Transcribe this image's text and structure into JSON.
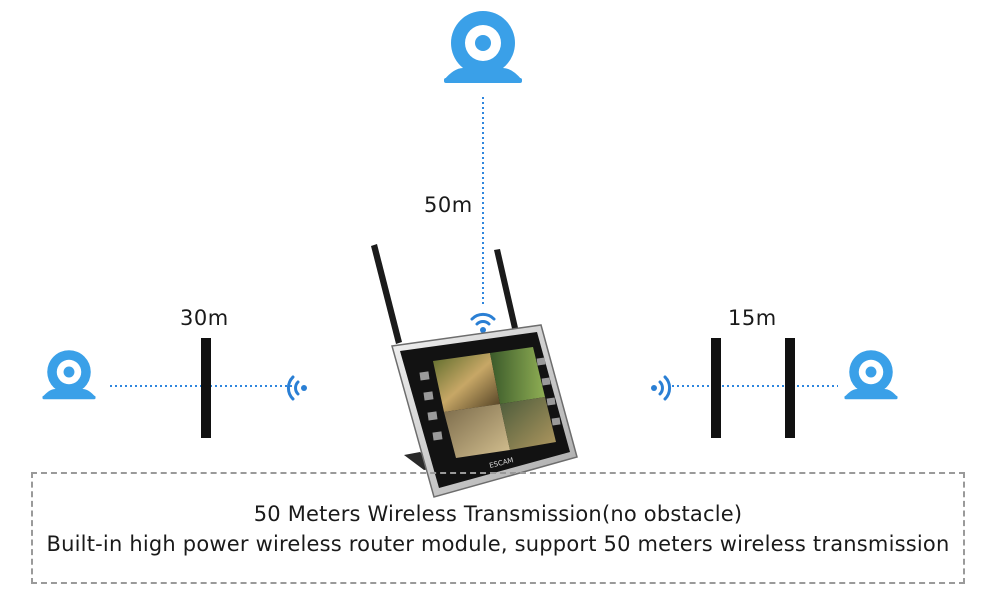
{
  "labels": {
    "top_distance": "50m",
    "left_distance": "30m",
    "right_distance": "15m"
  },
  "caption": {
    "line1": "50 Meters Wireless Transmission(no obstacle)",
    "line2": "Built-in high power wireless router module, support 50 meters wireless transmission"
  },
  "nvr_screen": {
    "brand": "ESCAM"
  },
  "colors": {
    "camera_blue": "#3aa0e8",
    "link_blue": "#2e86de",
    "wifi_blue": "#2a7fd4",
    "obstacle": "#111111"
  },
  "icons": {
    "camera": "camera-icon",
    "wifi": "wifi-signal-icon",
    "nvr": "nvr-monitor-icon"
  }
}
